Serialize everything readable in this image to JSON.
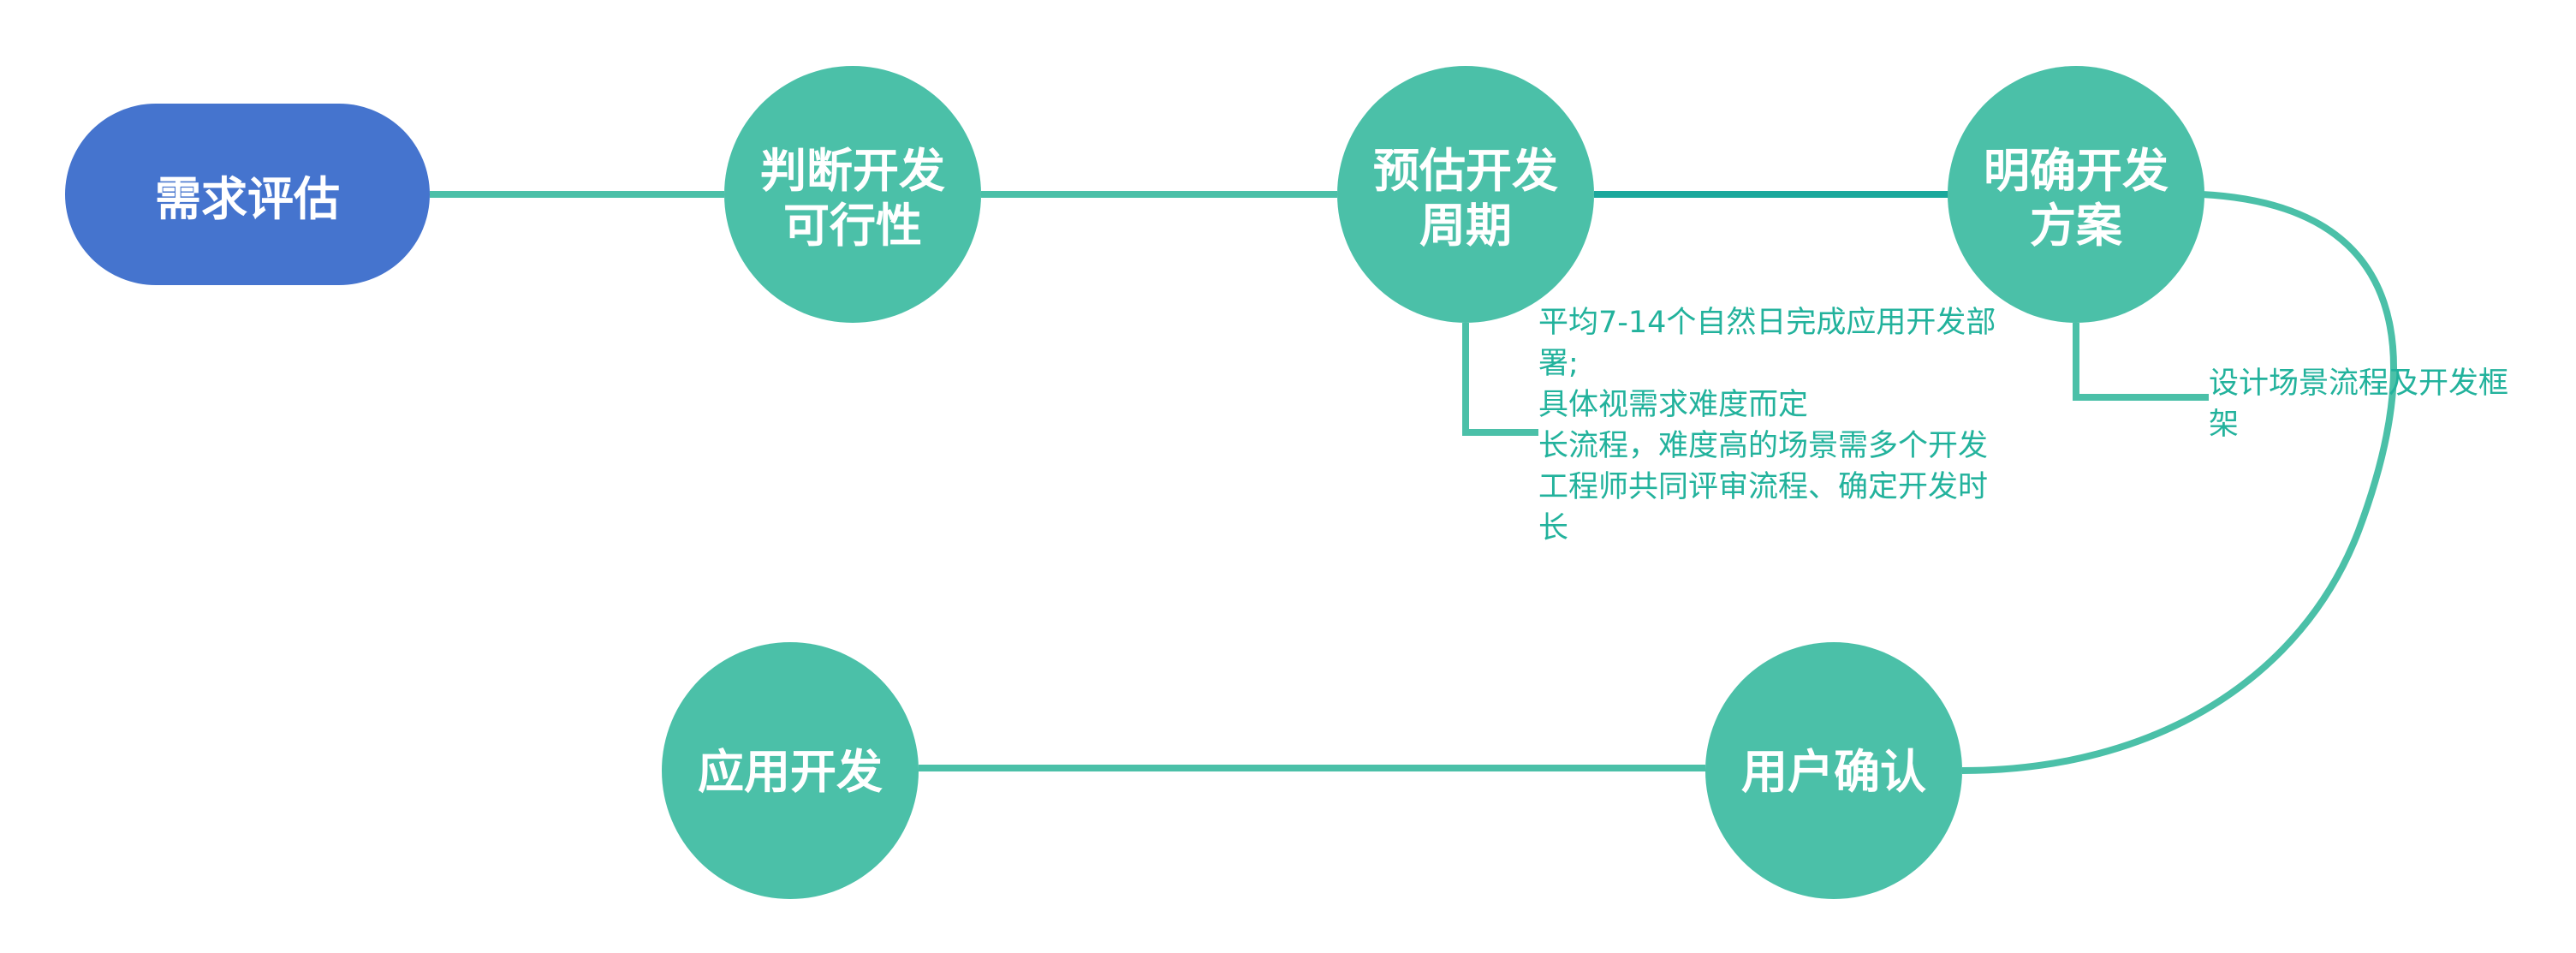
{
  "nodes": {
    "start": {
      "label": "需求评估"
    },
    "feasibility": {
      "lines": [
        "判断开发",
        "可行性"
      ]
    },
    "estimate": {
      "lines": [
        "预估开发",
        "周期"
      ]
    },
    "plan": {
      "lines": [
        "明确开发",
        "方案"
      ]
    },
    "confirm": {
      "lines": [
        "用户确认"
      ]
    },
    "develop": {
      "lines": [
        "应用开发"
      ]
    }
  },
  "notes": {
    "estimate": {
      "lines": [
        "平均7-14个自然日完成应用开发部",
        "署;",
        "具体视需求难度而定",
        "长流程，难度高的场景需多个开发",
        "工程师共同评审流程、确定开发时",
        "长"
      ]
    },
    "plan": {
      "lines": [
        "设计场景流程及开发框",
        "架"
      ]
    }
  },
  "colors": {
    "start_node": "#4574ce",
    "step_node": "#4bc0a8",
    "connector": "#4bc0a8",
    "connector_dark": "#1aa89c",
    "note_text": "#22b29c",
    "node_text": "#ffffff"
  }
}
